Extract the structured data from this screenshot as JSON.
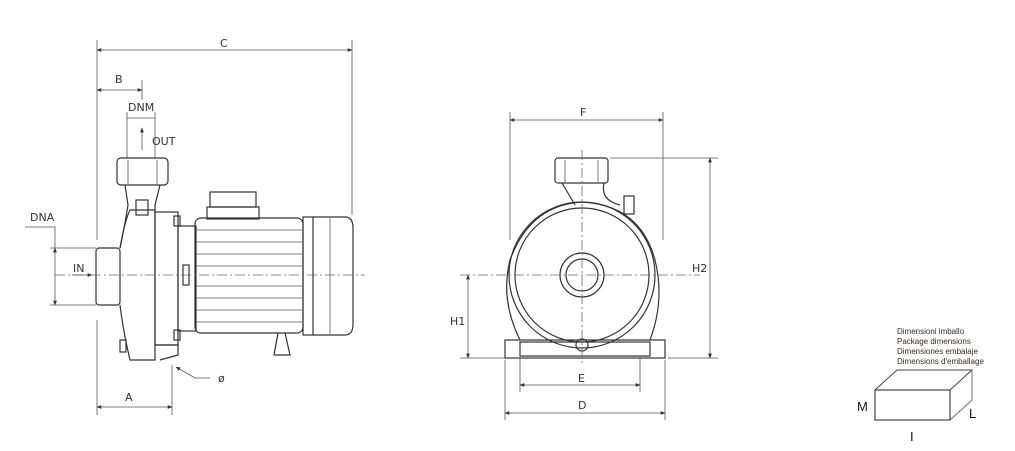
{
  "side_view": {
    "labels": {
      "C": "C",
      "B": "B",
      "DNM": "DNM",
      "OUT": "OUT",
      "DNA": "DNA",
      "IN": "IN",
      "A": "A",
      "foot_hole": "ø"
    }
  },
  "front_view": {
    "labels": {
      "F": "F",
      "H2": "H2",
      "H1": "H1",
      "E": "E",
      "D": "D"
    }
  },
  "package": {
    "captions": [
      "Dimensioni imballo",
      "Package dimensions",
      "Dimensiones embalaje",
      "Dimensions d'emballage"
    ],
    "labels": {
      "M": "M",
      "L": "L",
      "I": "I"
    },
    "caption_color": "#3a2a20"
  }
}
